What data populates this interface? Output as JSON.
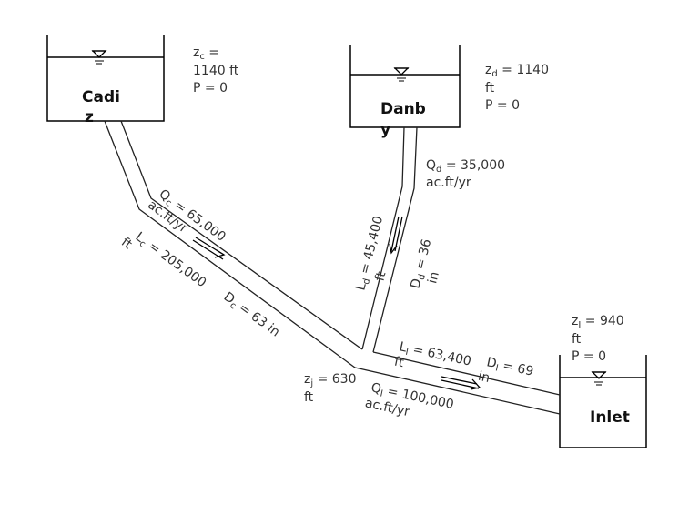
{
  "reservoirs": {
    "cadiz": {
      "name_line1": "Cadi",
      "name_line2": "z",
      "elev_line1": "z",
      "elev_sub": "c",
      "elev_eq": " =",
      "elev_line2": "1140 ft",
      "pressure": "P = 0"
    },
    "danby": {
      "name_line1": "Danb",
      "name_line2": "y",
      "elev_line1": "z",
      "elev_sub": "d",
      "elev_eq": " = 1140",
      "elev_line2": "ft",
      "pressure": "P = 0"
    },
    "inlet": {
      "name": "Inlet",
      "elev_line1": "z",
      "elev_sub": "I",
      "elev_eq": " = 940",
      "elev_line2": "ft",
      "pressure": "P = 0"
    }
  },
  "pipes": {
    "cadiz": {
      "flow_sym": "Q",
      "flow_sub": "c",
      "flow_val": " = 65,000",
      "flow_unit": "ac.ft/yr",
      "len_sym": "L",
      "len_sub": "c",
      "len_val": " = 205,000",
      "len_unit": "ft",
      "dia_sym": "D",
      "dia_sub": "c",
      "dia_val": " = 63 in"
    },
    "danby": {
      "flow_sym": "Q",
      "flow_sub": "d",
      "flow_val": " = 35,000",
      "flow_unit": "ac.ft/yr",
      "len_sym": "L",
      "len_sub": "d",
      "len_val": " = 45,400",
      "len_unit": "ft",
      "dia_sym": "D",
      "dia_sub": "d",
      "dia_val": " = 36",
      "dia_unit": "in"
    },
    "inlet": {
      "flow_sym": "Q",
      "flow_sub": "I",
      "flow_val": " = 100,000",
      "flow_unit": "ac.ft/yr",
      "len_sym": "L",
      "len_sub": "I",
      "len_val": " = 63,400",
      "len_unit": "ft",
      "dia_sym": "D",
      "dia_sub": "I",
      "dia_val": " = 69",
      "dia_unit": "in"
    }
  },
  "junction": {
    "elev_sym": "z",
    "elev_sub": "j",
    "elev_val": " = 630",
    "elev_unit": "ft"
  }
}
